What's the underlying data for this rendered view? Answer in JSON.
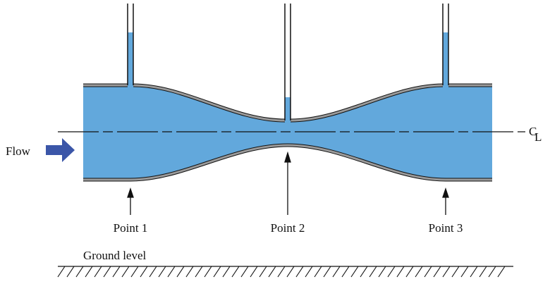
{
  "labels": {
    "flow": "Flow",
    "point1": "Point 1",
    "point2": "Point 2",
    "point3": "Point 3",
    "ground": "Ground level",
    "centerline_c": "C",
    "centerline_l": "L"
  },
  "colors": {
    "water": "#62a8dc",
    "wall": "#9a9a9a",
    "arrow": "#3b56a8"
  }
}
